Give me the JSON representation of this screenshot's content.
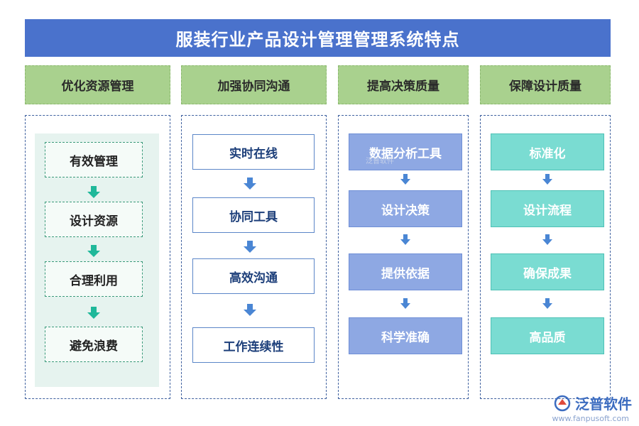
{
  "title": "服装行业产品设计管理管理系统特点",
  "columns": [
    {
      "header": "优化资源管理",
      "items": [
        "有效管理",
        "设计资源",
        "合理利用",
        "避免浪费"
      ]
    },
    {
      "header": "加强协同沟通",
      "items": [
        "实时在线",
        "协同工具",
        "高效沟通",
        "工作连续性"
      ]
    },
    {
      "header": "提高决策质量",
      "items": [
        "数据分析工具",
        "设计决策",
        "提供依据",
        "科学准确"
      ]
    },
    {
      "header": "保障设计质量",
      "items": [
        "标准化",
        "设计流程",
        "确保成果",
        "高品质"
      ]
    }
  ],
  "watermark": {
    "name": "泛普软件",
    "url": "www.fanpusoft.com",
    "inline_mark": "泛普软件"
  },
  "colors": {
    "title_bg": "#4a72cc",
    "header_bg": "#a9d18e",
    "col1_box": "#f5fbf8",
    "col2_box": "#ffffff",
    "col3_box": "#8ea8e3",
    "col4_box": "#7adcd2",
    "arrow_green": "#1fb89a",
    "arrow_blue": "#4a86d4"
  }
}
